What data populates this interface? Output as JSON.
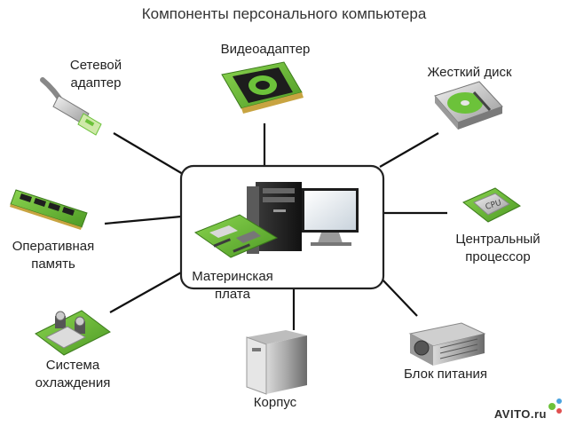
{
  "title": "Компоненты персонального компьютера",
  "center_label": "Материнская\nплата",
  "components": {
    "network": "Сетевой\nадаптер",
    "video": "Видеоадаптер",
    "hdd": "Жесткий диск",
    "ram": "Оперативная\nпамять",
    "cpu": "Центральный\nпроцессор",
    "cooling": "Система\nохлаждения",
    "case": "Корпус",
    "psu": "Блок питания"
  },
  "icons": {
    "network": "network-adapter-icon",
    "video": "video-card-icon",
    "hdd": "hard-disk-icon",
    "ram": "ram-module-icon",
    "cpu": "cpu-chip-icon",
    "cooling": "cooling-system-icon",
    "case": "pc-case-icon",
    "psu": "power-supply-icon",
    "center": "motherboard-computer-icon"
  },
  "watermark": "AVITO.ru",
  "colors": {
    "board_green": "#6cc23a",
    "line": "#111111",
    "frame": "#222222"
  }
}
